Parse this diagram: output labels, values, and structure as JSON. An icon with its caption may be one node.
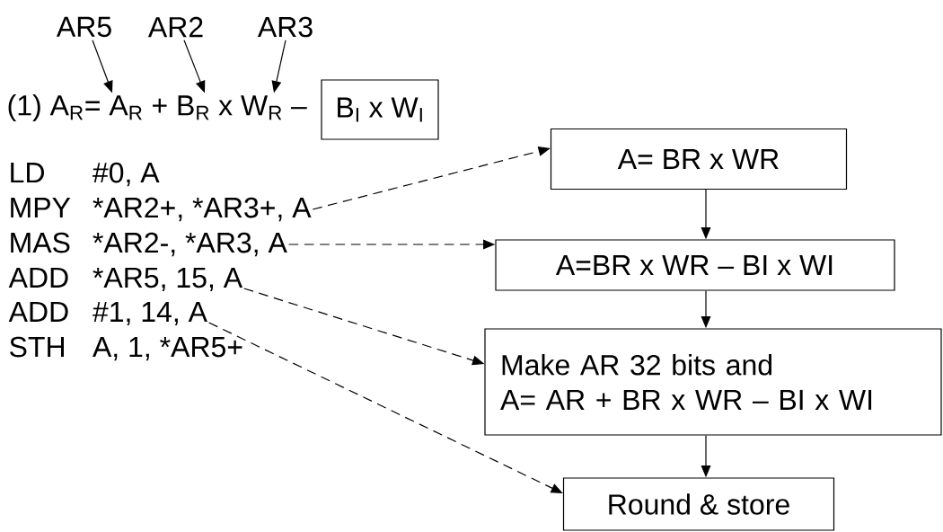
{
  "diagram": {
    "nodes": [
      {
        "text": [
          "AR5"
        ]
      },
      {
        "text": [
          "AR2"
        ]
      },
      {
        "text": [
          "AR3"
        ]
      },
      {
        "text": [
          "(1) A$_{R}$= A$_{R}$ + B$_{R}$ x W$_{R}$ –"
        ]
      },
      {
        "text": [
          "B$_{I}$ x W$_{I}$"
        ]
      },
      {
        "text": [
          "LD",
          "#0, A"
        ]
      },
      {
        "text": [
          "MPY",
          "*AR2+, *AR3+, A"
        ]
      },
      {
        "text": [
          "MAS",
          "*AR2-, *AR3, A"
        ]
      },
      {
        "text": [
          "ADD",
          "*AR5, 15, A"
        ]
      },
      {
        "text": [
          "ADD",
          "#1, 14, A"
        ]
      },
      {
        "text": [
          "STH",
          "A, 1, *AR5+"
        ]
      },
      {
        "text": [
          "A= BR x WR"
        ]
      },
      {
        "text": [
          "A=BR x WR – BI x WI"
        ]
      },
      {
        "text": [
          "Make AR 32 bits and",
          "A= AR + BR x WR – BI x WI"
        ]
      },
      {
        "text": [
          "Round & store"
        ]
      }
    ],
    "edges": [
      {
        "from": 0,
        "to": 3,
        "arrow": "to"
      },
      {
        "from": 1,
        "to": 3,
        "arrow": "to"
      },
      {
        "from": 2,
        "to": 3,
        "arrow": "to"
      },
      {
        "from": 6,
        "to": 11,
        "arrow": "to",
        "style": "dashed"
      },
      {
        "from": 7,
        "to": 12,
        "arrow": "to",
        "style": "dashed"
      },
      {
        "from": 8,
        "to": 13,
        "arrow": "to",
        "style": "dashed"
      },
      {
        "from": 9,
        "to": 14,
        "arrow": "to",
        "style": "dashed"
      },
      {
        "from": 11,
        "to": 12,
        "arrow": "to"
      },
      {
        "from": 12,
        "to": 13,
        "arrow": "to"
      },
      {
        "from": 13,
        "to": 14,
        "arrow": "to"
      }
    ]
  }
}
